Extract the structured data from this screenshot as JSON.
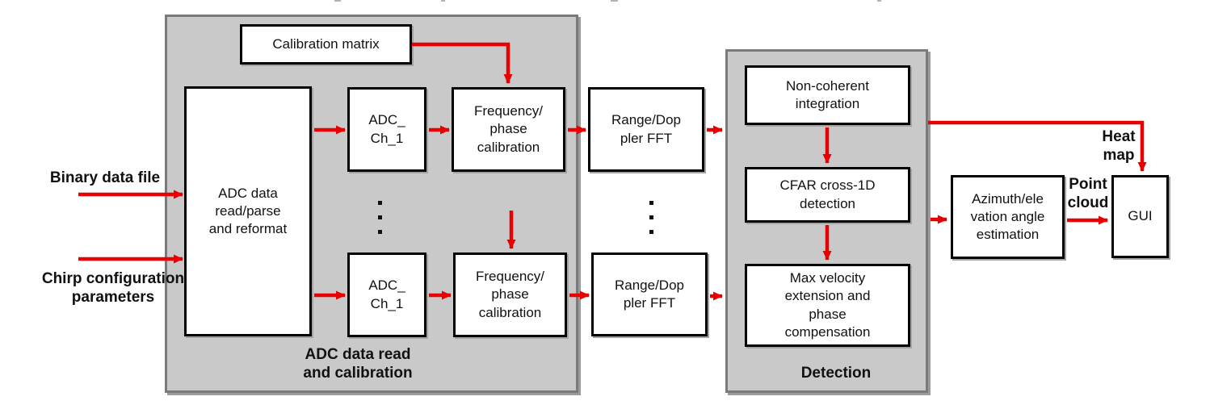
{
  "colors": {
    "arrow_red": "#e90000",
    "group_fill": "#c9c9c9",
    "group_border": "#7a7a7a",
    "node_fill": "#ffffff",
    "node_border": "#000000",
    "text": "#111111"
  },
  "inputs": {
    "binary_data_file": "Binary data file",
    "chirp_config": "Chirp configuration\nparameters"
  },
  "groups": {
    "adc": {
      "caption": "ADC data read\nand calibration"
    },
    "detection": {
      "caption": "Detection"
    }
  },
  "nodes": {
    "calibration_matrix": "Calibration matrix",
    "adc_read": "ADC data\nread/parse\nand reformat",
    "adc_ch1_top": "ADC_\nCh_1",
    "adc_ch1_bottom": "ADC_\nCh_1",
    "freq_cal_top": "Frequency/\nphase\ncalibration",
    "freq_cal_bottom": "Frequency/\nphase\ncalibration",
    "range_fft_top": "Range/Dop\npler FFT",
    "range_fft_bottom": "Range/Dop\npler FFT",
    "non_coherent": "Non-coherent\nintegration",
    "cfar": "CFAR cross-1D\ndetection",
    "max_velocity": "Max velocity\nextension and\nphase\ncompensation",
    "azimuth": "Azimuth/ele\nvation angle\nestimation",
    "gui": "GUI"
  },
  "edge_labels": {
    "heat_map": "Heat\nmap",
    "point_cloud": "Point\ncloud"
  }
}
